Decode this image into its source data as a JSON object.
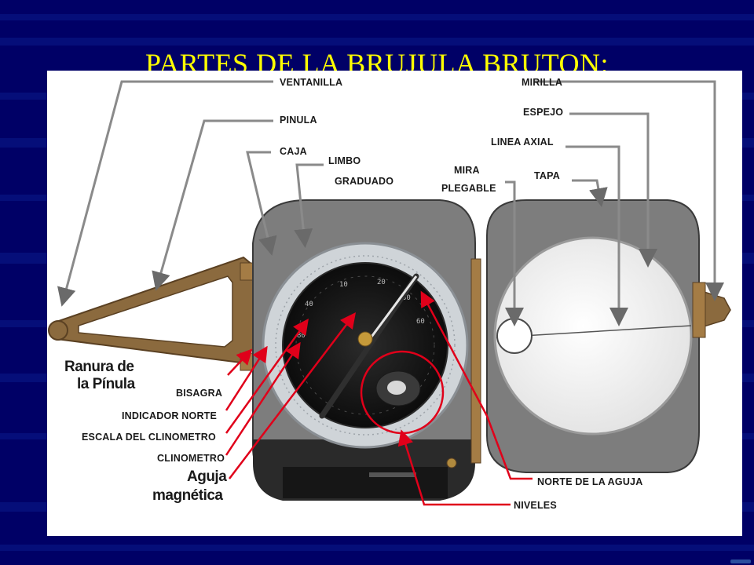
{
  "slide": {
    "title": "PARTES DE LA BRUJULA BRUTON:",
    "title_color": "#FFFF00",
    "background_color": "#000066"
  },
  "diagram": {
    "labels": {
      "ventanilla": "VENTANILLA",
      "pinula": "PINULA",
      "caja": "CAJA",
      "limbo": "LIMBO",
      "graduado": "GRADUADO",
      "mira": "MIRA",
      "plegable": "PLEGABLE",
      "mirilla": "MIRILLA",
      "espejo": "ESPEJO",
      "linea_axial": "LINEA AXIAL",
      "tapa": "TAPA",
      "ranura_line1": "Ranura de",
      "ranura_line2": "la Pínula",
      "bisagra": "BISAGRA",
      "indicador_norte": "INDICADOR NORTE",
      "escala_clinometro": "ESCALA DEL CLINOMETRO",
      "clinometro": "CLINOMETRO",
      "aguja_line1": "Aguja",
      "aguja_line2": "magnética",
      "norte_aguja": "NORTE DE LA AGUJA",
      "niveles": "NIVELES"
    },
    "colors": {
      "leader_line": "#8a8a8a",
      "arrow_red": "#e0001a",
      "body_gray": "#7d7d7d",
      "bronze": "#8b6a3e",
      "dial_black": "#141414",
      "mirror": "#f0f0f0"
    }
  }
}
